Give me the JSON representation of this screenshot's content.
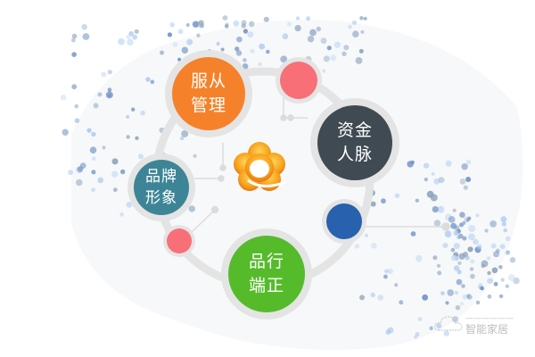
{
  "diagram": {
    "center_logo": {
      "icon": "flower-q-logo-icon",
      "colors": [
        "#f7a81b",
        "#e8751a"
      ]
    },
    "ring_color": "#e4e4e4",
    "nodes": [
      {
        "id": "management",
        "line1": "服从",
        "line2": "管理",
        "color": "#f5822a"
      },
      {
        "id": "resources",
        "line1": "资金",
        "line2": "人脉",
        "color": "#3f4a52"
      },
      {
        "id": "brand",
        "line1": "品牌",
        "line2": "形象",
        "color": "#3d8596"
      },
      {
        "id": "integrity",
        "line1": "品行",
        "line2": "端正",
        "color": "#55bb2b"
      }
    ],
    "accent_dots": [
      {
        "id": "pink-top",
        "color": "#f86f78"
      },
      {
        "id": "blue-right",
        "color": "#2861ad"
      },
      {
        "id": "pink-bottom-left",
        "color": "#f86f78"
      }
    ]
  },
  "watermark": {
    "line1": "——————",
    "line2": "智能家居"
  }
}
